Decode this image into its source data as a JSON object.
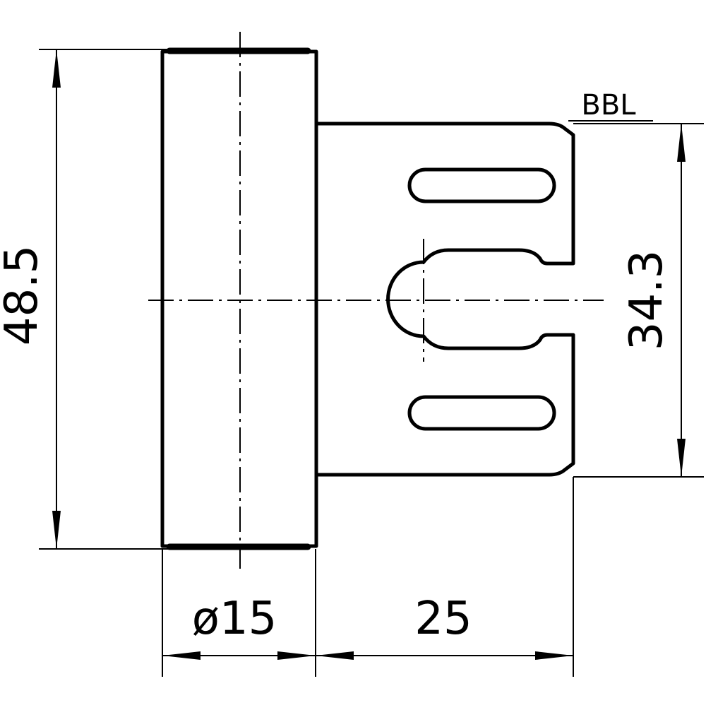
{
  "drawing": {
    "dimensions": {
      "overall_height": "48.5",
      "plate_height": "34.3",
      "diameter": "ø15",
      "plate_length": "25"
    },
    "reference_label": "BBL"
  }
}
